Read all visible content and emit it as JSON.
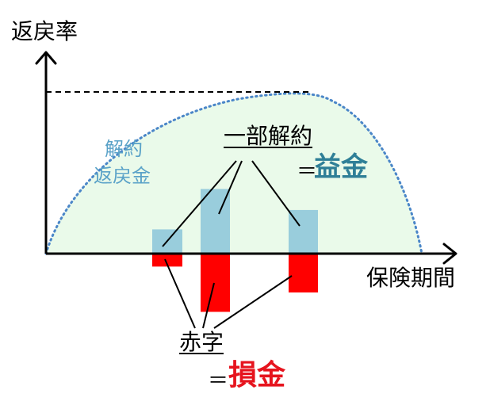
{
  "labels": {
    "y_axis": "返戻率",
    "x_axis": "保険期間",
    "curve_line1": "解約",
    "curve_line2": "返戻金",
    "partial_surrender": "一部解約",
    "equals": "＝",
    "profit": "益金",
    "deficit": "赤字",
    "loss": "損金"
  },
  "colors": {
    "axis": "#000000",
    "curve_fill": "#eafaea",
    "curve_line": "#4a86c8",
    "positive_bar": "#99cddc",
    "negative_bar": "#ff0000",
    "profit_text": "#2f7f97",
    "loss_text": "#e6141e"
  },
  "bars": [
    {
      "positive": 0.15,
      "negative": 0.08
    },
    {
      "positive": 0.4,
      "negative": 0.36
    },
    {
      "positive": 0.27,
      "negative": 0.24
    }
  ]
}
